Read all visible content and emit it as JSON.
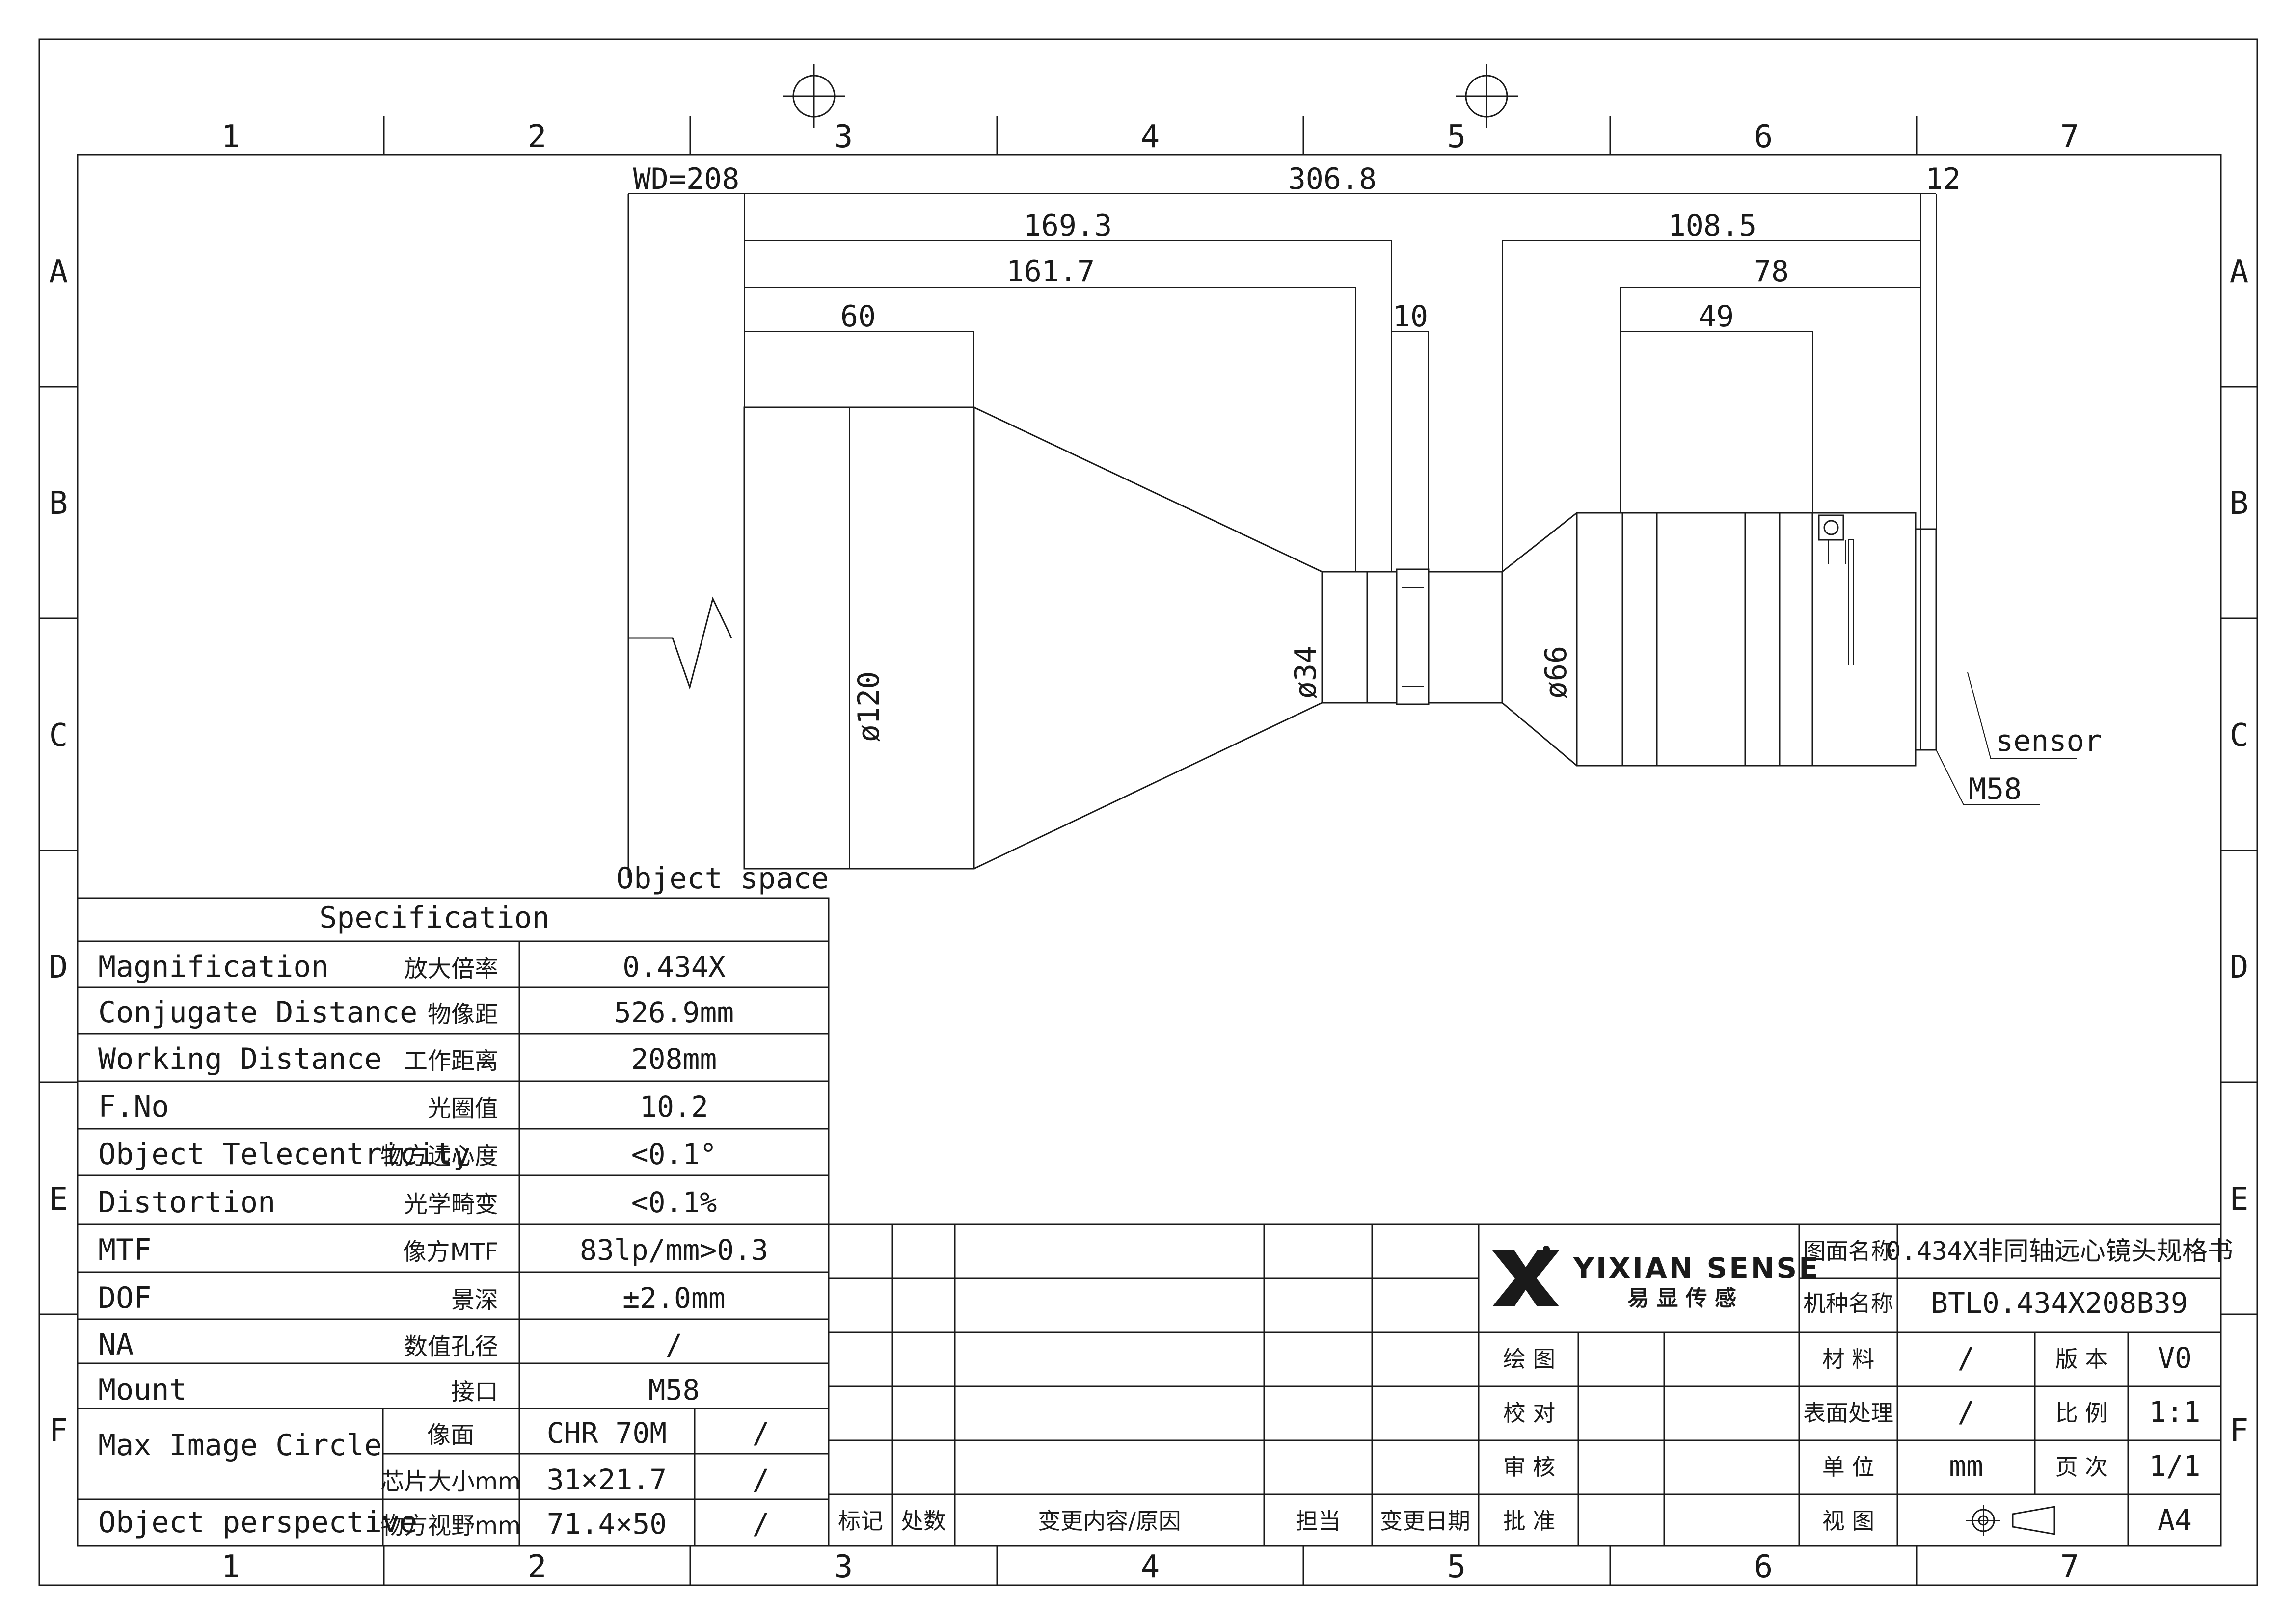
{
  "zones": {
    "columns": [
      "1",
      "2",
      "3",
      "4",
      "5",
      "6",
      "7"
    ],
    "rows": [
      "A",
      "B",
      "C",
      "D",
      "E",
      "F"
    ]
  },
  "dimensions": {
    "wd": "WD=208",
    "total": "306.8",
    "back_gap": "12",
    "d169": "169.3",
    "d161": "161.7",
    "d60": "60",
    "d10": "10",
    "d108": "108.5",
    "d78": "78",
    "d49": "49",
    "dia120": "ø120",
    "dia34": "ø34",
    "dia66": "ø66"
  },
  "labels": {
    "object_space": "Object space",
    "sensor": "sensor",
    "mount": "M58"
  },
  "spec": {
    "title": "Specification",
    "rows": [
      {
        "en": "Magnification",
        "cn": "放大倍率",
        "value": "0.434X"
      },
      {
        "en": "Conjugate Distance",
        "cn": "物像距",
        "value": "526.9mm"
      },
      {
        "en": "Working Distance",
        "cn": "工作距离",
        "value": "208mm"
      },
      {
        "en": "F.No",
        "cn": "光圈值",
        "value": "10.2"
      },
      {
        "en": "Object Telecentricity",
        "cn": "物方远心度",
        "value": "<0.1°"
      },
      {
        "en": "Distortion",
        "cn": "光学畸变",
        "value": "<0.1%"
      },
      {
        "en": "MTF",
        "cn": "像方MTF",
        "value": "83lp/mm>0.3"
      },
      {
        "en": "DOF",
        "cn": "景深",
        "value": "±2.0mm"
      },
      {
        "en": "NA",
        "cn": "数值孔径",
        "value": "/"
      },
      {
        "en": "Mount",
        "cn": "接口",
        "value": "M58"
      }
    ],
    "image_circle": {
      "en": "Max Image Circle",
      "sub1_cn": "像面",
      "sub1_v1": "CHR 70M",
      "sub1_v2": "/",
      "sub2_cn": "芯片大小mm",
      "sub2_v1": "31×21.7",
      "sub2_v2": "/"
    },
    "perspective": {
      "en": "Object perspective",
      "cn": "物方视野mm",
      "v1": "71.4×50",
      "v2": "/"
    }
  },
  "revision": {
    "headers": [
      "标记",
      "处数",
      "变更内容/原因",
      "担当",
      "变更日期"
    ]
  },
  "title_block": {
    "brand": "YIXIAN SENSE",
    "brand_cn": "易 显 传 感",
    "drawing_name_label": "图面名称",
    "drawing_name": "0.434X非同轴远心镜头规格书",
    "model_label": "机种名称",
    "model": "BTL0.434X208B39",
    "draw": "绘 图",
    "check": "校 对",
    "review": "审 核",
    "approve": "批 准",
    "material_label": "材 料",
    "material": "/",
    "version_label": "版 本",
    "version": "V0",
    "surface_label": "表面处理",
    "surface": "/",
    "scale_label": "比 例",
    "scale": "1:1",
    "unit_label": "单 位",
    "unit": "mm",
    "page_label": "页 次",
    "page": "1/1",
    "view_label": "视 图",
    "size": "A4"
  }
}
